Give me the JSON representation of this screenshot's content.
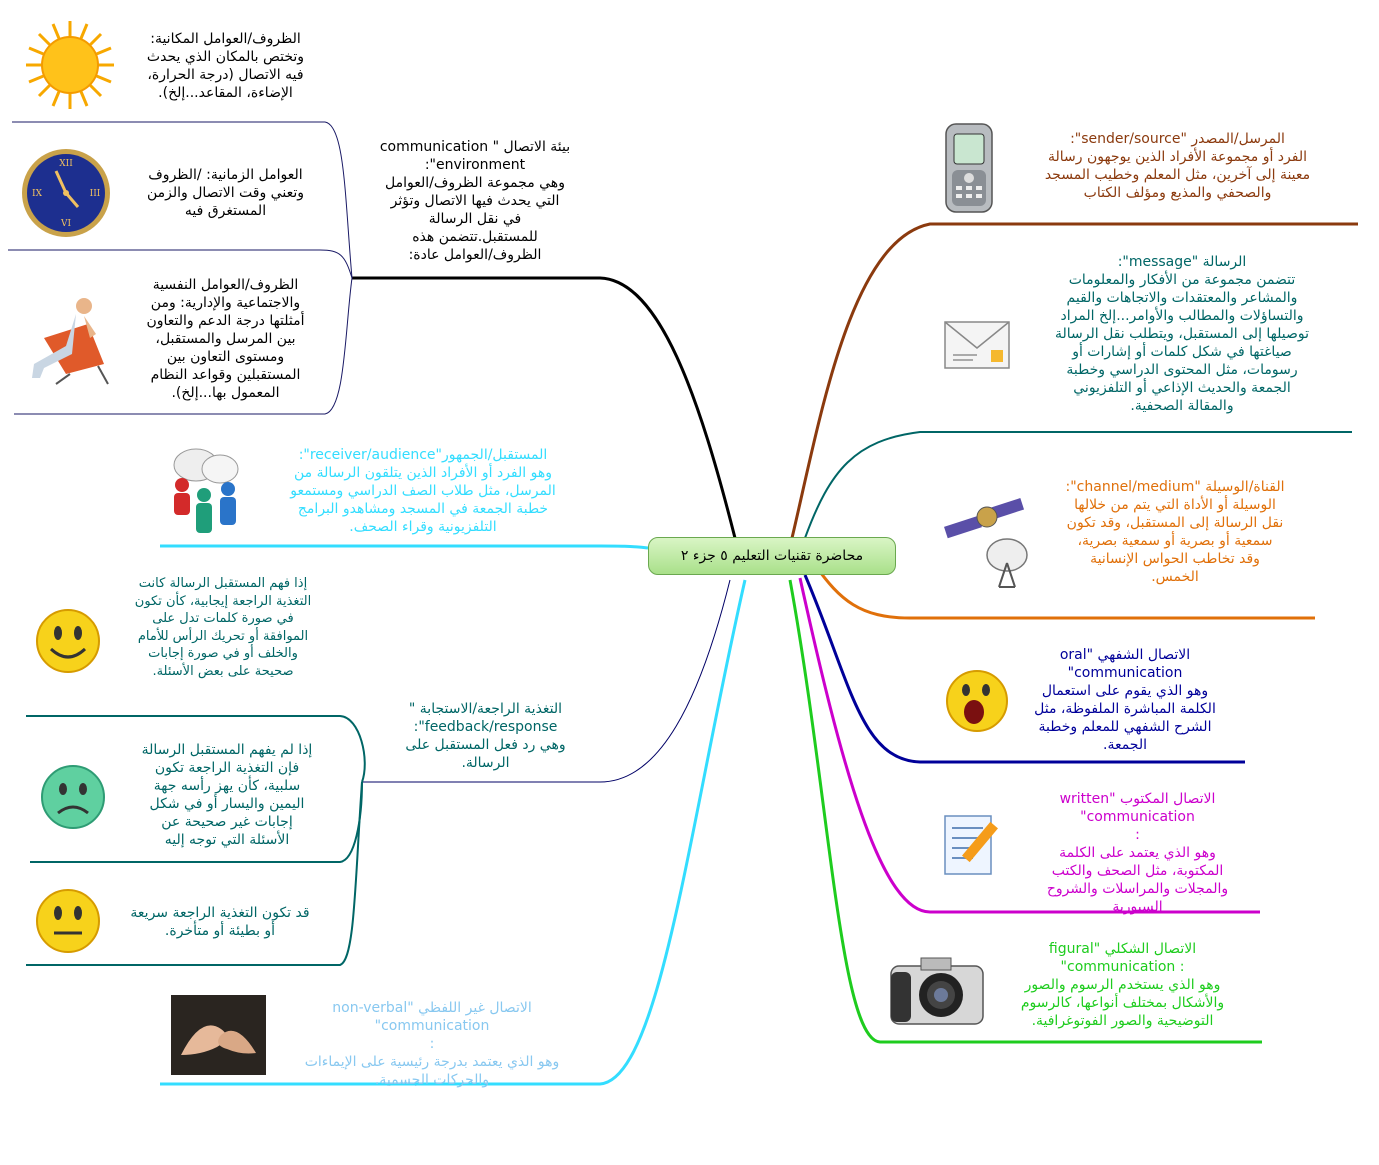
{
  "central_topic": "محاضرة تقنيات التعليم ٥ جزء ٢",
  "colors": {
    "sender": "#8B3A0E",
    "message": "#006666",
    "channel": "#E0700A",
    "oral": "#000099",
    "written": "#CC00CC",
    "figural": "#1ECC1E",
    "nonverbal": "#33CCFF",
    "receiver": "#33CCFF",
    "environment": "#000000",
    "feedback": "#000066",
    "feedback_subs": "#006666"
  },
  "right": {
    "sender": {
      "lines": [
        "المرسل/المصدر \"sender/source\":",
        "الفرد أو مجموعة الأفراد الذين يوجهون رسالة",
        "معينة إلى آخرين، مثل المعلم وخطيب المسجد",
        "والصحفي والمذيع ومؤلف الكتاب"
      ],
      "icon": "mobile-phone-icon"
    },
    "message": {
      "lines": [
        "الرسالة \"message\":",
        "تتضمن مجموعة من الأفكار والمعلومات",
        "والمشاعر والمعتقدات والاتجاهات والقيم",
        "والتساؤلات والمطالب والأوامر...إلخ المراد",
        "توصيلها إلى المستقبل، ويتطلب نقل الرسالة",
        "صياغتها في شكل كلمات أو إشارات أو",
        "رسومات، مثل المحتوى الدراسي وخطبة",
        "الجمعة والحديث الإذاعي أو التلفزيوني",
        "والمقالة الصحفية."
      ],
      "icon": "envelope-icon"
    },
    "channel": {
      "lines": [
        "القناة/الوسيلة \"channel/medium\":",
        "الوسيلة أو الأداة التي يتم من خلالها",
        "نقل الرسالة إلى المستقبل، وقد تكون",
        "سمعية أو بصرية أو سمعية بصرية،",
        "وقد تخاطب الحواس الإنسانية",
        "الخمس."
      ],
      "icon": "satellite-icon"
    },
    "oral": {
      "lines": [
        "الاتصال الشفهي  \"oral",
        "communication\"",
        "وهو الذي يقوم على استعمال",
        "الكلمة المباشرة الملفوظة، مثل",
        "الشرح الشفهي للمعلم وخطبة",
        "الجمعة."
      ],
      "icon": "speaking-face-icon"
    },
    "written": {
      "lines": [
        "الاتصال المكتوب  \"written",
        "communication\"",
        ":",
        "وهو الذي يعتمد على الكلمة",
        "المكتوبة، مثل الصحف والكتب",
        "والمجلات والمراسلات والشروح",
        "السبورية"
      ],
      "icon": "document-pencil-icon"
    },
    "figural": {
      "lines": [
        "الاتصال الشكلي \"figural",
        ": communication\"",
        "وهو الذي يستخدم الرسوم والصور",
        "والأشكال بمختلف أنواعها، كالرسوم",
        "التوضيحية والصور الفوتوغرافية."
      ],
      "icon": "camera-icon"
    }
  },
  "left": {
    "environment": {
      "lines": [
        "بيئة الاتصال \" communication",
        "environment\":",
        "وهي مجموعة الظروف/العوامل",
        "التي يحدث فيها الاتصال وتؤثر",
        "في نقل الرسالة",
        "للمستقبل.تتضمن هذه",
        "الظروف/العوامل عادة:"
      ],
      "subs": {
        "spatial": {
          "lines": [
            "الظروف/العوامل المكانية:",
            "وتختص بالمكان الذي يحدث",
            "فيه الاتصال (درجة الحرارة،",
            "الإضاءة، المقاعد...إلخ)."
          ],
          "icon": "sun-icon"
        },
        "temporal": {
          "lines": [
            "العوامل الزمانية: /الظروف",
            "وتعني وقت الاتصال والزمن",
            "المستغرق فيه"
          ],
          "icon": "clock-icon"
        },
        "psychosocial": {
          "lines": [
            "الظروف/العوامل النفسية",
            "والاجتماعية والإدارية: ومن",
            "أمثلتها درجة الدعم والتعاون",
            "بين المرسل والمستقبل،",
            "ومستوى التعاون بين",
            "المستقبلين وقواعد النظام",
            "المعمول بها...إلخ)."
          ],
          "icon": "relaxing-person-icon"
        }
      }
    },
    "receiver": {
      "lines": [
        "المستقبل/الجمهور\"receiver/audience\":",
        "وهو الفرد أو الأفراد الذين يتلقون الرسالة من",
        "المرسل، مثل طلاب الصف الدراسي ومستمعو",
        "خطبة الجمعة في المسجد ومشاهدو البرامج",
        "التلفزيونية  وقراء الصحف."
      ],
      "icon": "people-talking-icon"
    },
    "feedback": {
      "lines": [
        "التغذية الراجعة/الاستجابة \"",
        "feedback/response\":",
        "وهي رد فعل المستقبل على",
        "الرسالة."
      ],
      "subs": {
        "positive": {
          "lines": [
            "إذا فهم المستقبل الرسالة كانت",
            "التغذية الراجعة إيجابية، كأن تكون",
            "في صورة كلمات تدل على",
            "الموافقة أو تحريك الرأس للأمام",
            "والخلف أو في صورة إجابات",
            "صحيحة على بعض الأسئلة."
          ],
          "icon": "smiley-face-icon"
        },
        "negative": {
          "lines": [
            "إذا لم يفهم المستقبل الرسالة",
            "فإن التغذية الراجعة تكون",
            "سلبية، كأن يهز رأسه جهة",
            "اليمين واليسار أو في شكل",
            "إجابات غير صحيحة عن",
            "الأسئلة التي توجه إليه"
          ],
          "icon": "sad-face-icon"
        },
        "timing": {
          "lines": [
            "قد تكون التغذية الراجعة سريعة",
            "أو بطيئة أو متأخرة."
          ],
          "icon": "neutral-face-icon"
        }
      }
    },
    "nonverbal": {
      "lines": [
        "الاتصال غير اللفظي  \"non-verbal",
        "communication\"",
        ":",
        "وهو الذي يعتمد بدرجة رئيسية على الإيماءات",
        "والحركات الجسمية."
      ],
      "icon": "sign-language-hands-icon"
    }
  }
}
